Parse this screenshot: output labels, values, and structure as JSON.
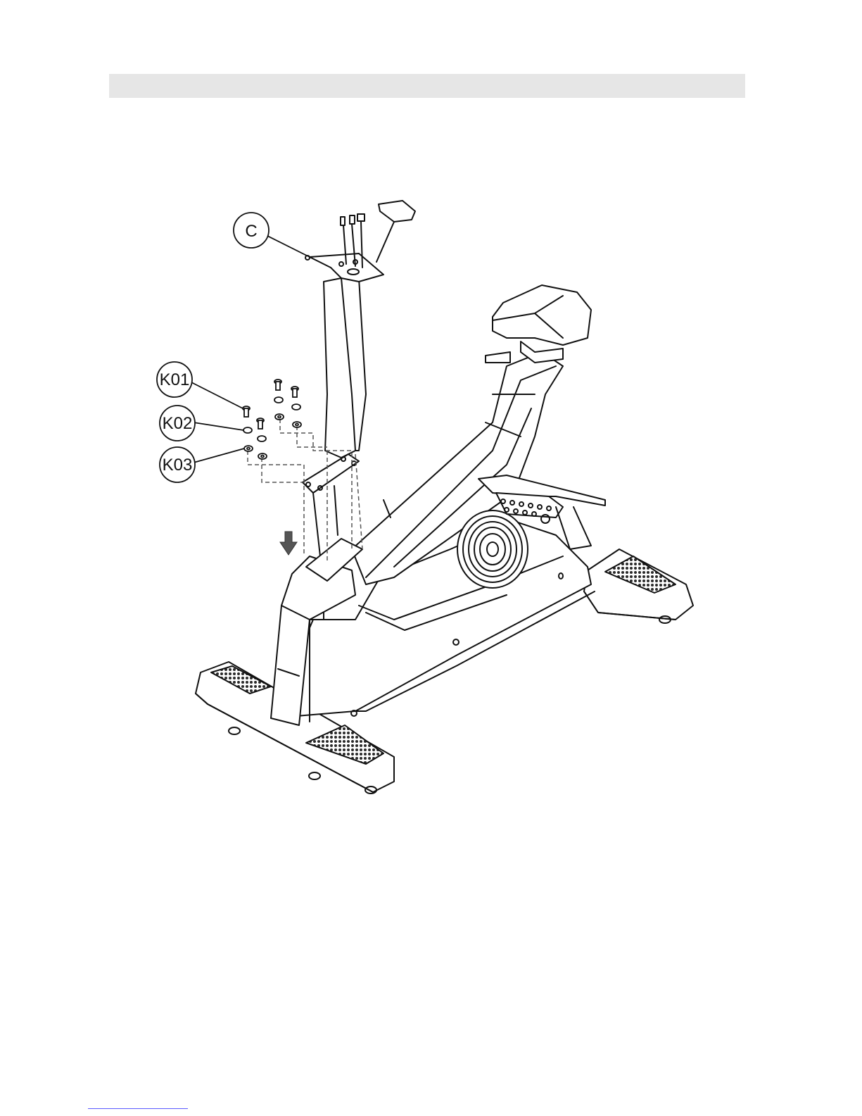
{
  "header": {
    "title": ""
  },
  "callouts": {
    "C": "C",
    "K01": "K01",
    "K02": "K02",
    "K03": "K03"
  },
  "footer": {
    "link": ""
  },
  "colors": {
    "line": "#111111",
    "tread": "#2a2a2a",
    "header_bar": "#e6e6e6",
    "footer_link": "#5a5aff"
  }
}
